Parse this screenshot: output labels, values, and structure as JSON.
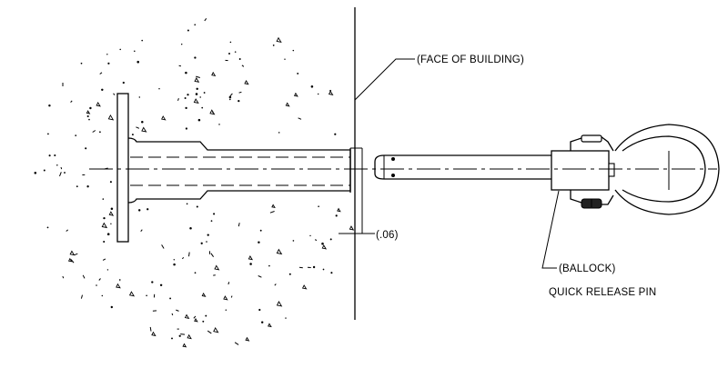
{
  "labels": {
    "face_of_building": "(FACE OF BUILDING)",
    "gap": "(.06)",
    "ballock": "(BALLOCK)",
    "quick_release_pin": "QUICK RELEASE PIN"
  }
}
